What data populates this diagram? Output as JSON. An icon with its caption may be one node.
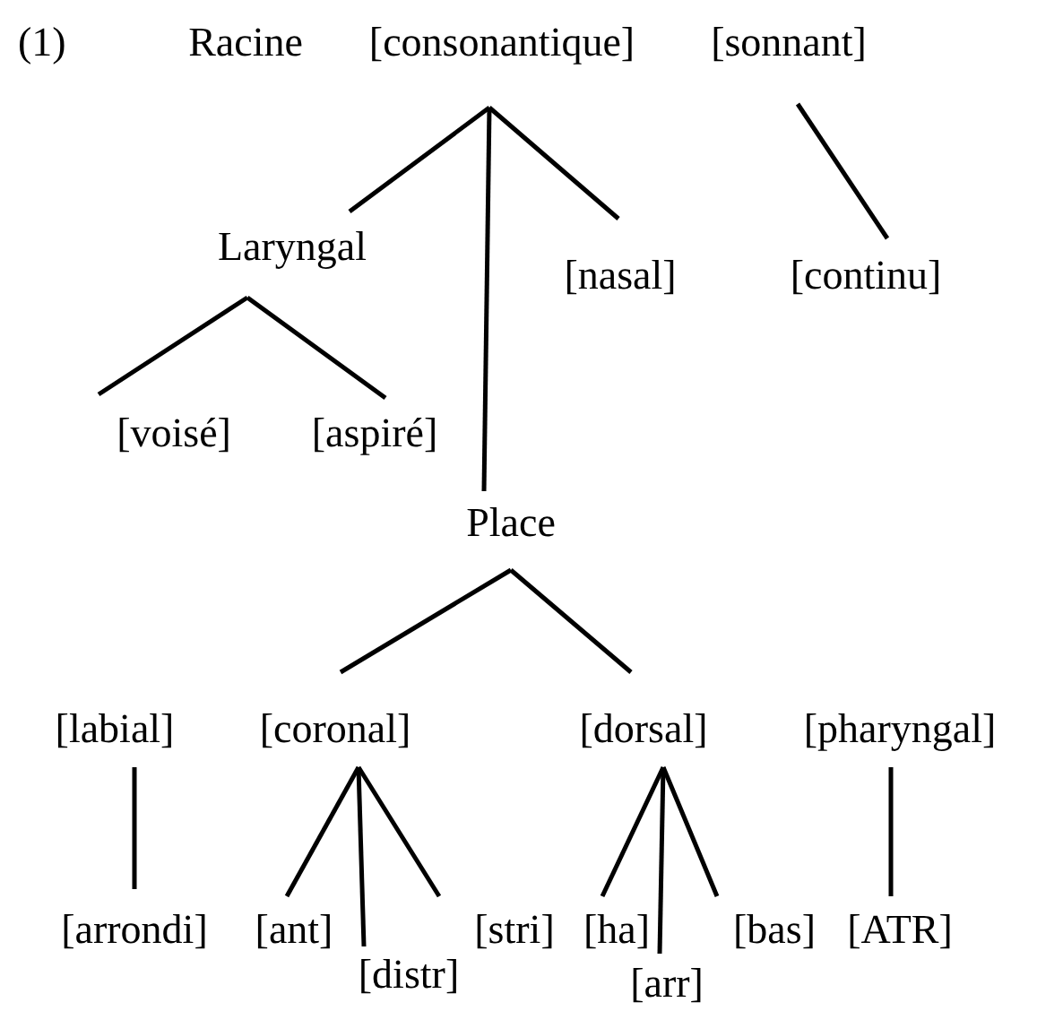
{
  "diagram": {
    "nodes": [
      {
        "text": [
          "Racine"
        ]
      },
      {
        "text": [
          "[consonantique]"
        ]
      },
      {
        "text": [
          "[sonnant]"
        ]
      },
      {
        "text": [
          "Laryngal"
        ]
      },
      {
        "text": [
          "[nasal]"
        ]
      },
      {
        "text": [
          "[continu]"
        ]
      },
      {
        "text": [
          "[voisé]"
        ]
      },
      {
        "text": [
          "[aspiré]"
        ]
      },
      {
        "text": [
          "Place"
        ]
      },
      {
        "text": [
          "[labial]"
        ]
      },
      {
        "text": [
          "[coronal]"
        ]
      },
      {
        "text": [
          "[dorsal]"
        ]
      },
      {
        "text": [
          "[pharyngal]"
        ]
      },
      {
        "text": [
          "[arrondi]"
        ]
      },
      {
        "text": [
          "[ant]"
        ]
      },
      {
        "text": [
          "[distr]"
        ]
      },
      {
        "text": [
          "[stri]"
        ]
      },
      {
        "text": [
          "[ha]"
        ]
      },
      {
        "text": [
          "[arr]"
        ]
      },
      {
        "text": [
          "[bas]"
        ]
      },
      {
        "text": [
          "[ATR]"
        ]
      }
    ],
    "edges": [
      {
        "from": 1,
        "to": 3,
        "arrow": "none"
      },
      {
        "from": 1,
        "to": 8,
        "arrow": "none"
      },
      {
        "from": 1,
        "to": 4,
        "arrow": "none"
      },
      {
        "from": 2,
        "to": 5,
        "arrow": "none"
      },
      {
        "from": 3,
        "to": 6,
        "arrow": "none"
      },
      {
        "from": 3,
        "to": 7,
        "arrow": "none"
      },
      {
        "from": 8,
        "to": 10,
        "arrow": "none"
      },
      {
        "from": 8,
        "to": 11,
        "arrow": "none"
      },
      {
        "from": 9,
        "to": 13,
        "arrow": "none"
      },
      {
        "from": 10,
        "to": 14,
        "arrow": "none"
      },
      {
        "from": 10,
        "to": 15,
        "arrow": "none"
      },
      {
        "from": 10,
        "to": 16,
        "arrow": "none"
      },
      {
        "from": 11,
        "to": 17,
        "arrow": "none"
      },
      {
        "from": 11,
        "to": 18,
        "arrow": "none"
      },
      {
        "from": 11,
        "to": 19,
        "arrow": "none"
      },
      {
        "from": 12,
        "to": 20,
        "arrow": "none"
      }
    ],
    "labels": [
      "(1)"
    ]
  }
}
